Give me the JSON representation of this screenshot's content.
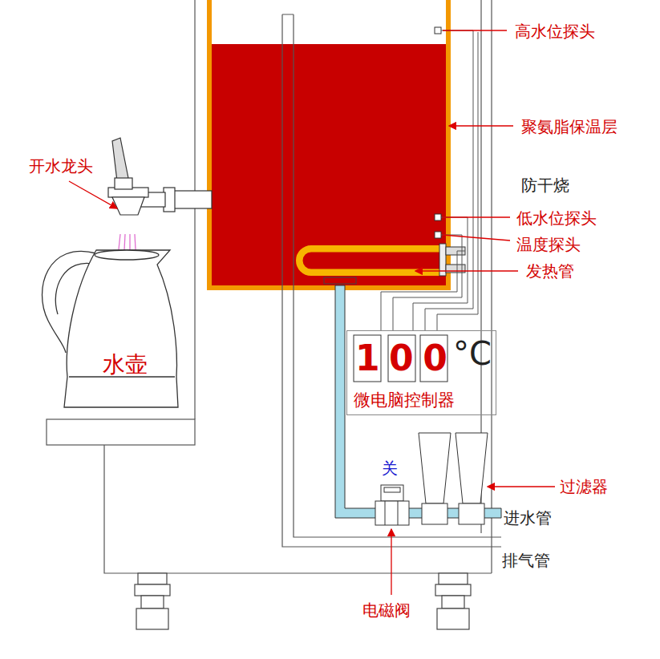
{
  "diagram": {
    "nodes": [
      {
        "text": [
          "100",
          "°C",
          "微电脑控制器"
        ]
      }
    ],
    "labels": [
      "高水位探头",
      "聚氨脂保温层",
      "开水龙头",
      "防干烧",
      "低水位探头",
      "温度探头",
      "发热管",
      "水壶",
      "关",
      "过滤器",
      "进水管",
      "排气管",
      "电磁阀"
    ]
  }
}
